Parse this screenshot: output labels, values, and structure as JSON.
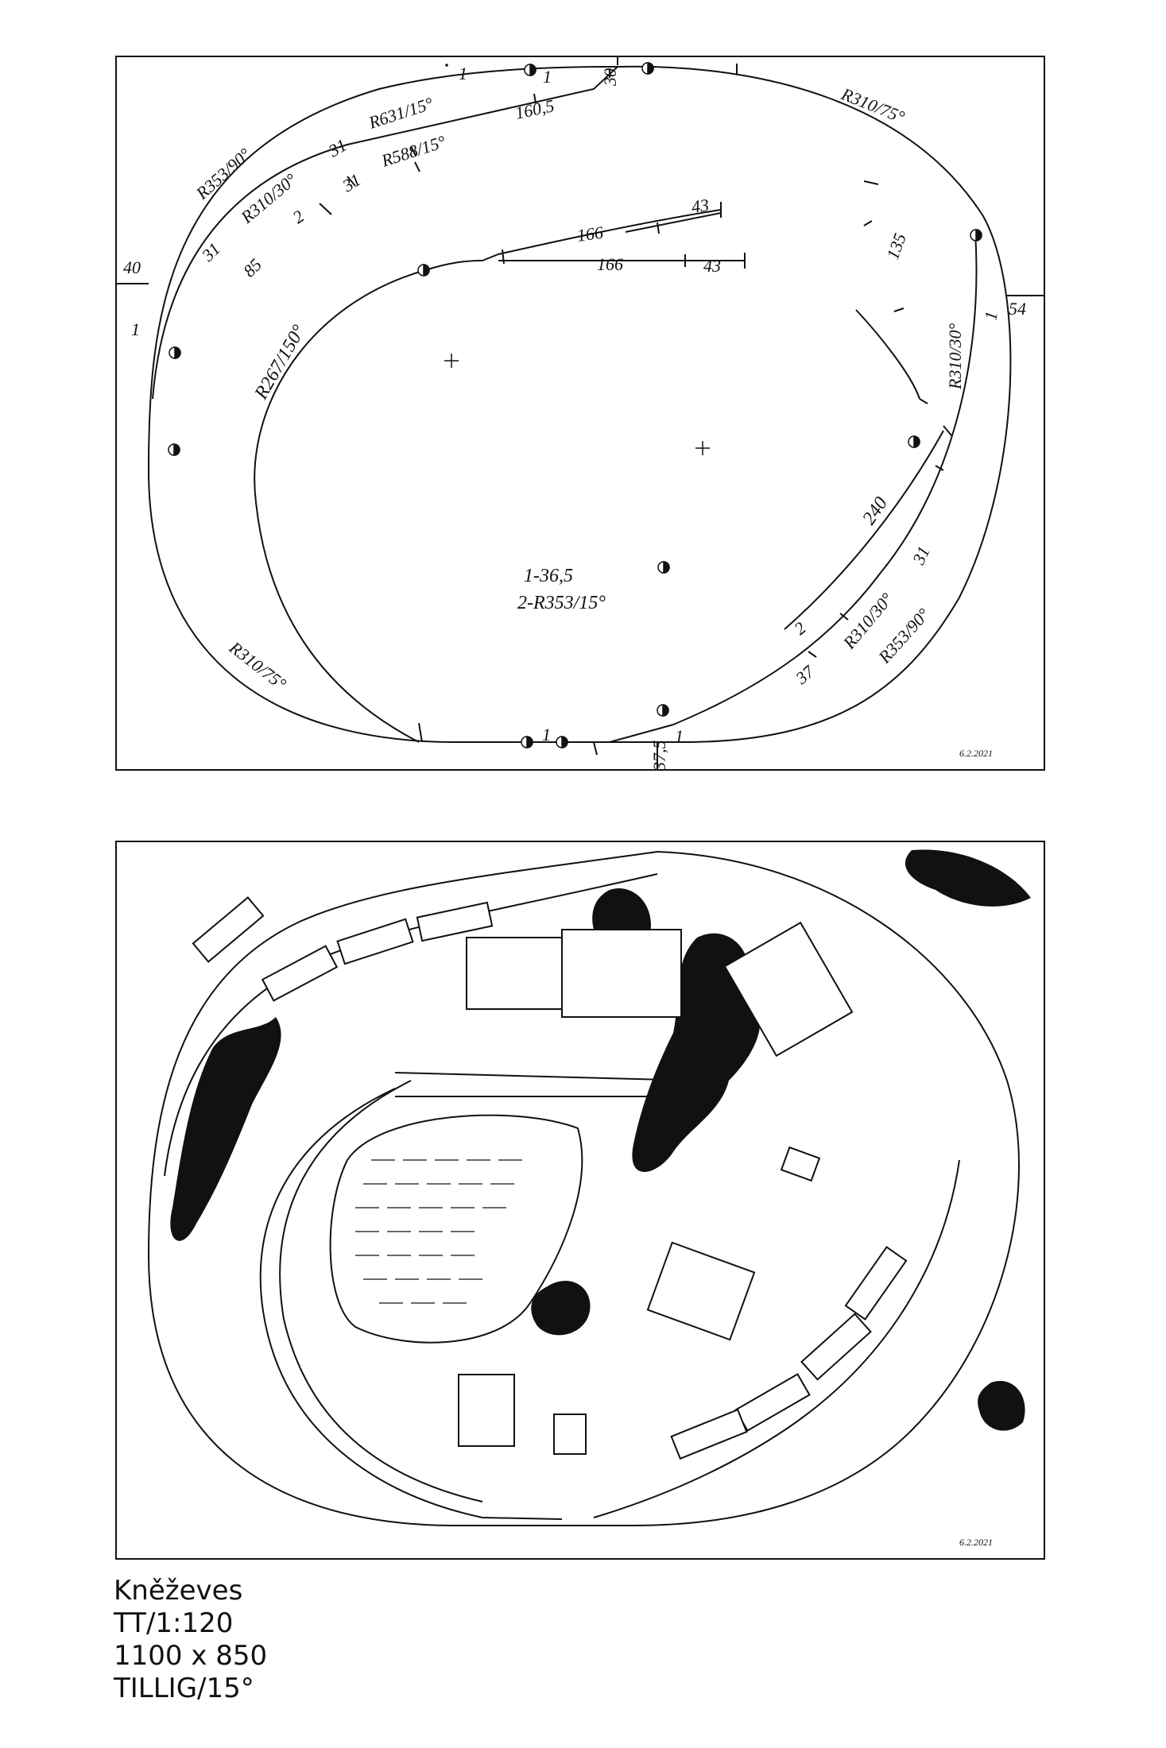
{
  "plan": {
    "labels": {
      "r353_90_top": "R353/90°",
      "r631_15": "R631/15°",
      "r310_75_top": "R310/75°",
      "r310_30_top": "R310/30°",
      "r588_15": "R588/15°",
      "n160_5": "160,5",
      "n31_a": "31",
      "n31_b": "31",
      "n31_c": "31",
      "n2_top": "2",
      "n85": "85",
      "n1_top_a": "1",
      "n1_top_b": "1",
      "n30": "30",
      "n166_a": "166",
      "n166_b": "166",
      "n43_a": "43",
      "n43_b": "43",
      "n135": "135",
      "r310_30_right": "R310/30°",
      "r267_150": "R267/150°",
      "n40": "40",
      "n1_left": "1",
      "n54": "54",
      "n1_right": "1",
      "n240": "240",
      "legend_1": "1-36,5",
      "legend_2": "2-R353/15°",
      "r310_30_bottom": "R310/30°",
      "n31_right": "31",
      "r353_90_bottom": "R353/90°",
      "n2_bottom": "2",
      "n37": "37",
      "r310_75_bottom": "R310/75°",
      "n1_bottom_a": "1",
      "n1_bottom_b": "1",
      "n37_5": "37,5",
      "signature": "6.2.2021"
    }
  },
  "scenic": {
    "signature": "6.2.2021"
  },
  "caption": {
    "line1": "Kněževes",
    "line2": "TT/1:120",
    "line3": "1100 x 850",
    "line4": "TILLIG/15°"
  }
}
